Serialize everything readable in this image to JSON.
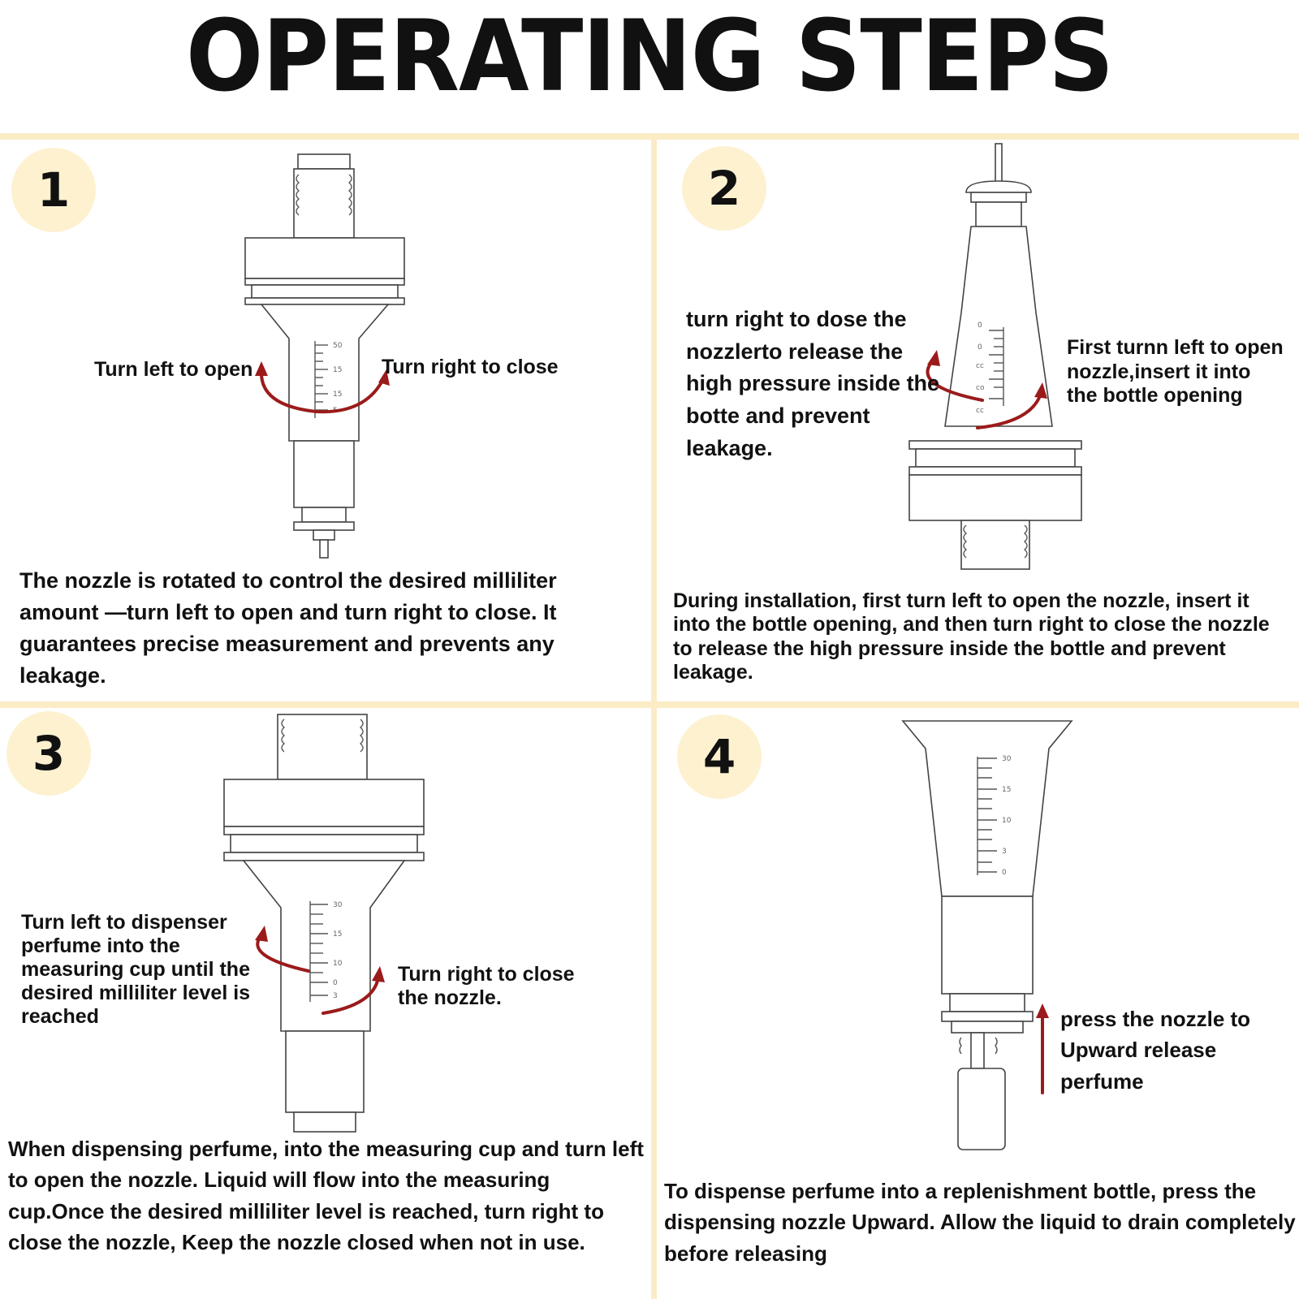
{
  "title": "OPERATING STEPS",
  "colors": {
    "badge": "#fdf1d0",
    "divider": "#fbecc6",
    "arrow": "#9b1b1b",
    "text": "#111111"
  },
  "steps": [
    {
      "number": "1",
      "labels": [
        "Turn left to open",
        "Turn right to close"
      ],
      "description": "The nozzle is rotated to control the desired milliliter amount —turn left to open and turn right to close. It guarantees precise measurement and prevents any leakage."
    },
    {
      "number": "2",
      "labels": [
        "turn right to dose the nozzlerto release the high pressure inside the botte and prevent leakage.",
        "First turnn left to open nozzle,insert it into the bottle opening"
      ],
      "description": "During installation, first turn left to open the nozzle, insert it into the bottle opening, and then turn right to close the nozzle to release the high pressure inside the bottle and prevent leakage."
    },
    {
      "number": "3",
      "labels": [
        "Turn left to dispenser perfume into the measuring cup until the desired milliliter level is reached",
        "Turn right to close the nozzle."
      ],
      "description": "When dispensing perfume, into the measuring cup and turn left to open the nozzle. Liquid will flow into the measuring cup.Once the desired milliliter level is reached, turn right to close the nozzle, Keep the nozzle closed when not in use."
    },
    {
      "number": "4",
      "labels": [
        "press the nozzle to Upward release perfume"
      ],
      "description": "To dispense perfume into a replenishment bottle, press the dispensing nozzle Upward. Allow the liquid to drain completely before releasing"
    }
  ]
}
